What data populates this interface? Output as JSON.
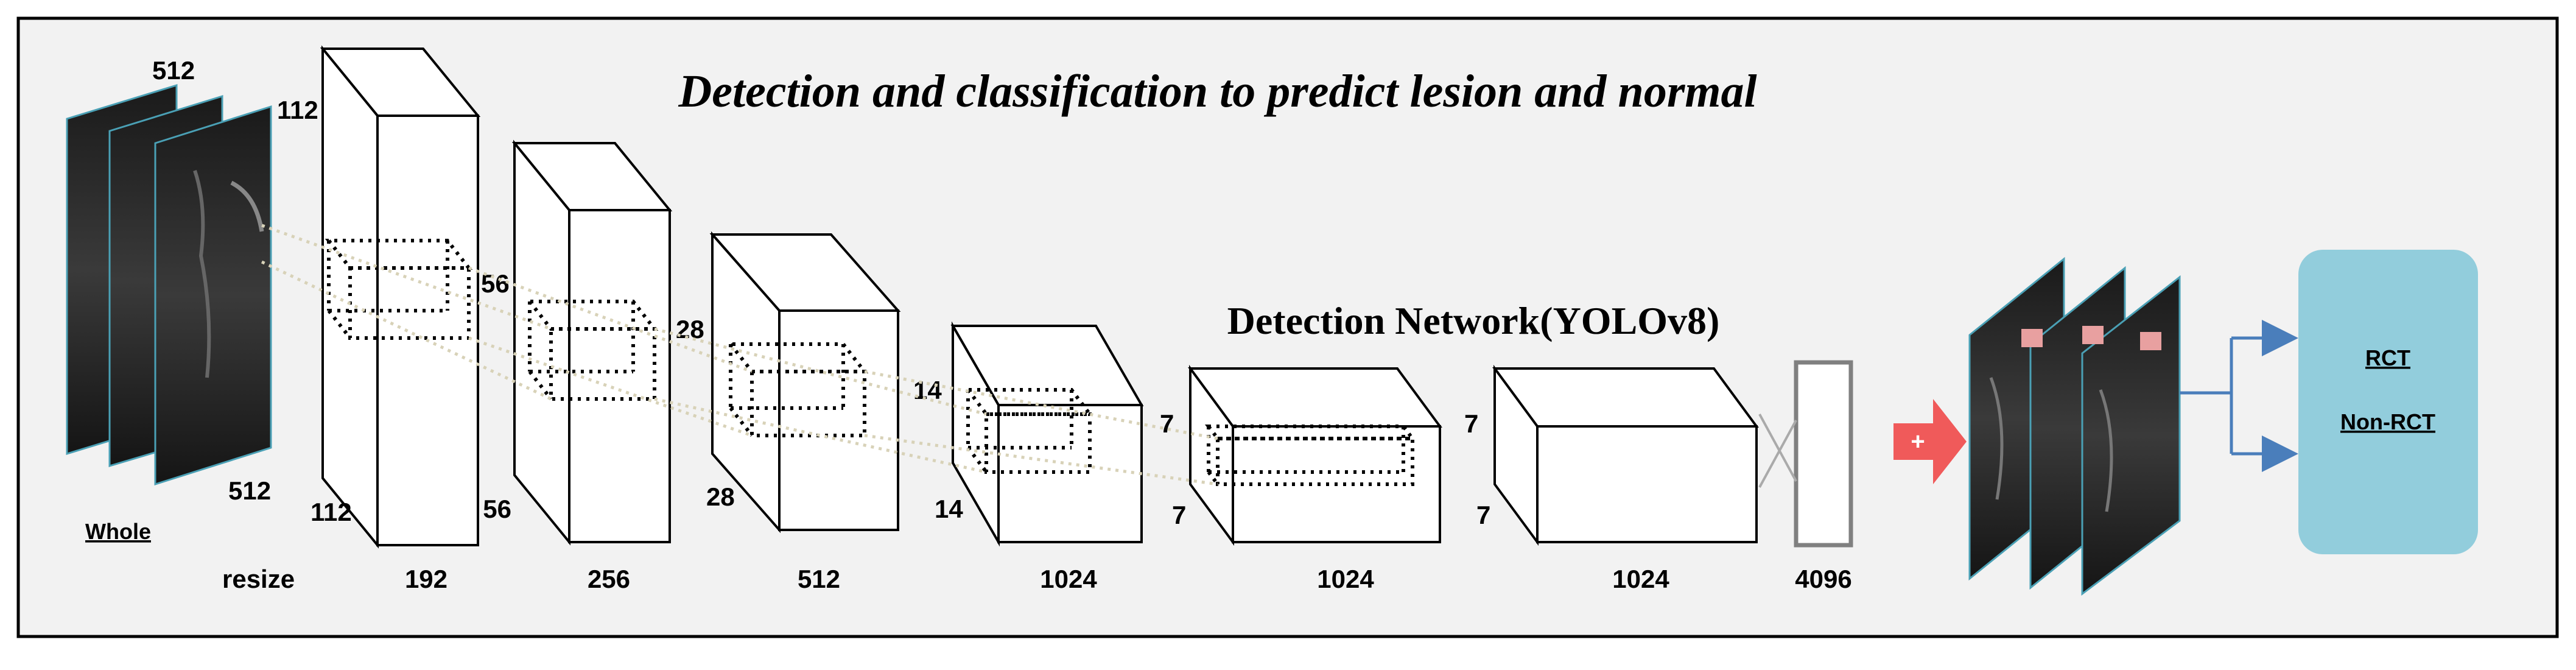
{
  "title": "Detection and classification to predict lesion and normal",
  "network_label": "Detection Network(YOLOv8)",
  "input": {
    "top_size": "512",
    "bottom_size": "512",
    "depth_size": "112",
    "whole_label": "Whole",
    "resize_label": "resize"
  },
  "blocks": [
    {
      "id": "b1",
      "channels": "192",
      "spatial_side": "",
      "spatial_bottom": "112"
    },
    {
      "id": "b2",
      "channels": "256",
      "spatial_side": "56",
      "spatial_bottom": "56"
    },
    {
      "id": "b3",
      "channels": "512",
      "spatial_side": "28",
      "spatial_bottom": "28"
    },
    {
      "id": "b4",
      "channels": "1024",
      "spatial_side": "14",
      "spatial_bottom": "14"
    },
    {
      "id": "b5",
      "channels": "1024",
      "spatial_side": "7",
      "spatial_bottom": "7"
    },
    {
      "id": "b6",
      "channels": "1024",
      "spatial_side": "7",
      "spatial_bottom": "7"
    }
  ],
  "fc_label": "4096",
  "plus_symbol": "+",
  "outputs": {
    "class1": "RCT",
    "class2": "Non-RCT"
  },
  "colors": {
    "panel_bg": "#f2f2f2",
    "border": "#000000",
    "arrow_red": "#f05a5a",
    "output_box": "#92cddc",
    "arrow_blue": "#4a7ebb"
  }
}
